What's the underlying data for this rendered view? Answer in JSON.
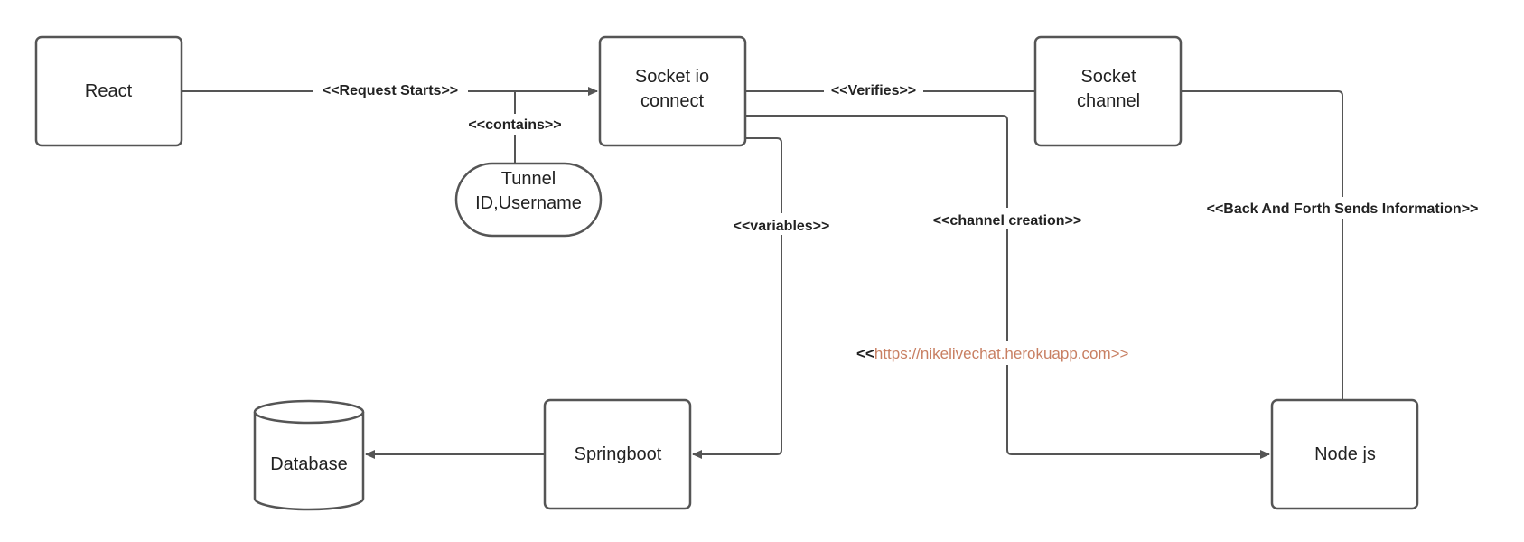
{
  "nodes": {
    "react": "React",
    "socket_io_connect": [
      "Socket io",
      "connect"
    ],
    "socket_channel": [
      "Socket",
      "channel"
    ],
    "tunnel": [
      "Tunnel",
      "ID,Username"
    ],
    "springboot": "Springboot",
    "database": "Database",
    "nodejs": "Node js"
  },
  "edges": {
    "request_starts": "<<Request Starts>>",
    "contains": "<<contains>>",
    "verifies": "<<Verifies>>",
    "variables": "<<variables>>",
    "channel_creation": "<<channel creation>>",
    "back_and_forth": "<<Back And Forth Sends Information>>"
  },
  "url_note": {
    "prefix": "<<",
    "url": "https://nikelivechat.herokuapp.com>>"
  },
  "colors": {
    "stroke": "#555555",
    "text": "#222222",
    "link": "#c87f62"
  }
}
